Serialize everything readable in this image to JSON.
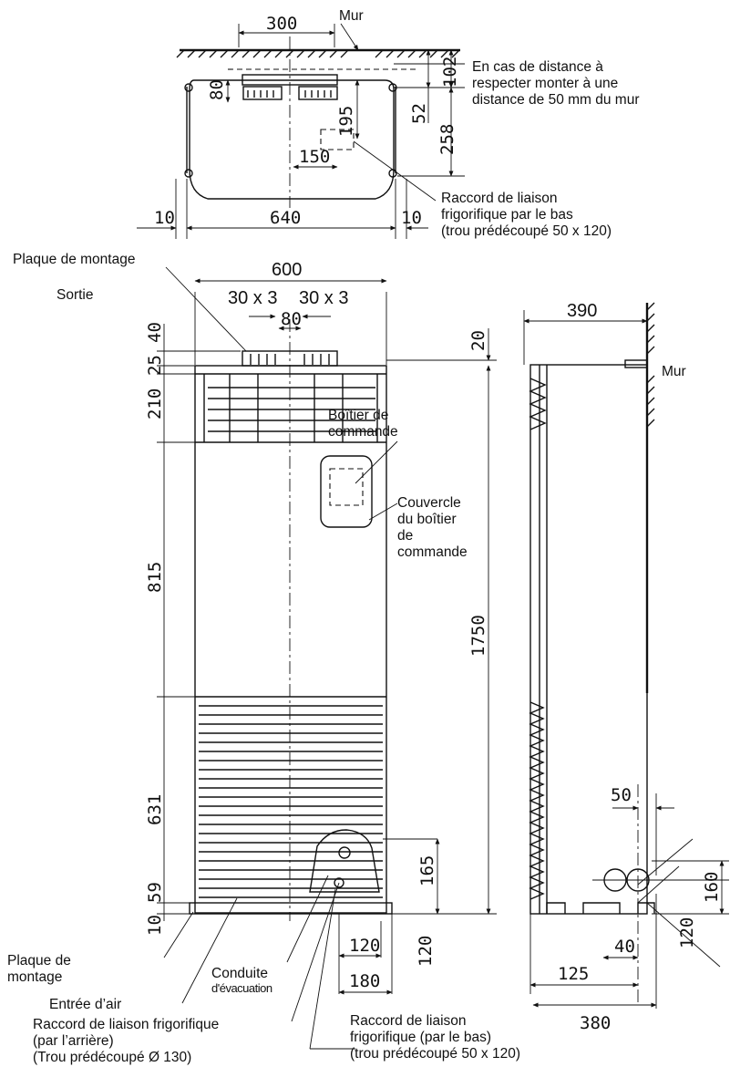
{
  "top_view": {
    "wall": "Mur",
    "dim_300": "300",
    "dim_102": "102",
    "dim_80": "80",
    "dim_195": "195",
    "dim_52": "52",
    "dim_258": "258",
    "dim_150": "150",
    "dim_10_left": "10",
    "dim_640": "640",
    "dim_10_right": "10",
    "note_lines": [
      "En cas de distance à",
      "respecter monter à une",
      "distance de 50 mm du mur"
    ],
    "bottom_connection_lines": [
      "Raccord de liaison",
      "frigorifique par le bas",
      "(trou prédécoupé 50 x 120)"
    ]
  },
  "front_view": {
    "plaque_top": "Plaque de montage",
    "sortie": "Sortie",
    "dim_600": "600",
    "dim_30x3_left": "30 x 3",
    "dim_30x3_right": "30 x 3",
    "dim_80": "80",
    "dim_40": "40",
    "dim_25": "25",
    "dim_210": "210",
    "dim_815": "815",
    "dim_631": "631",
    "dim_59": "59",
    "dim_10": "10",
    "dim_20": "20",
    "dim_1750": "1750",
    "dim_165": "165",
    "dim_120_bottom": "120",
    "dim_120_h": "120",
    "dim_180": "180",
    "control_box_lines": [
      "Boîtier de",
      "commande"
    ],
    "cover_lines": [
      "Couvercle",
      "du boîtier",
      "de",
      "commande"
    ],
    "plaque_bottom_lines": [
      "Plaque de",
      "montage"
    ],
    "air_inlet": "Entrée d’air",
    "drain_lines": [
      "Conduite",
      "d'évacuation"
    ],
    "rear_connection_lines": [
      "Raccord de liaison frigorifique",
      "(par l’arrière)",
      "(Trou prédécoupé  Ø 130)"
    ],
    "bottom_connection_lines": [
      "Raccord de liaison",
      "frigorifique (par le bas)",
      "(trou prédécoupé 50 x 120)"
    ]
  },
  "side_view": {
    "dim_390": "390",
    "wall": "Mur",
    "dim_50": "50",
    "dim_160": "160",
    "dim_120": "120",
    "dim_40": "40",
    "dim_125": "125",
    "dim_380": "380"
  }
}
